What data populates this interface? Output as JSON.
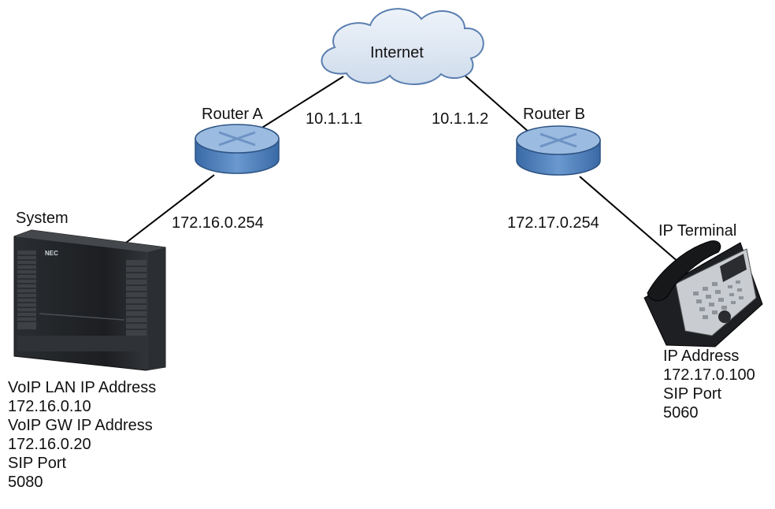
{
  "cloud": {
    "label": "Internet"
  },
  "router_a": {
    "label": "Router A",
    "wan_ip": "10.1.1.1",
    "lan_ip": "172.16.0.254"
  },
  "router_b": {
    "label": "Router B",
    "wan_ip": "10.1.1.2",
    "lan_ip": "172.17.0.254"
  },
  "system": {
    "label": "System",
    "brand": "NEC",
    "details": [
      "VoIP LAN IP Address",
      "172.16.0.10",
      "VoIP GW IP Address",
      "172.16.0.20",
      "SIP Port",
      "5080"
    ]
  },
  "terminal": {
    "label": "IP Terminal",
    "details": [
      "IP Address",
      "172.17.0.100",
      "SIP Port",
      "5060"
    ]
  },
  "colors": {
    "cloud_fill": "#dce6f2",
    "cloud_stroke": "#5a7fb0",
    "router_fill": "#4f81bd",
    "router_top": "#9bbbe0",
    "line": "#000000"
  }
}
